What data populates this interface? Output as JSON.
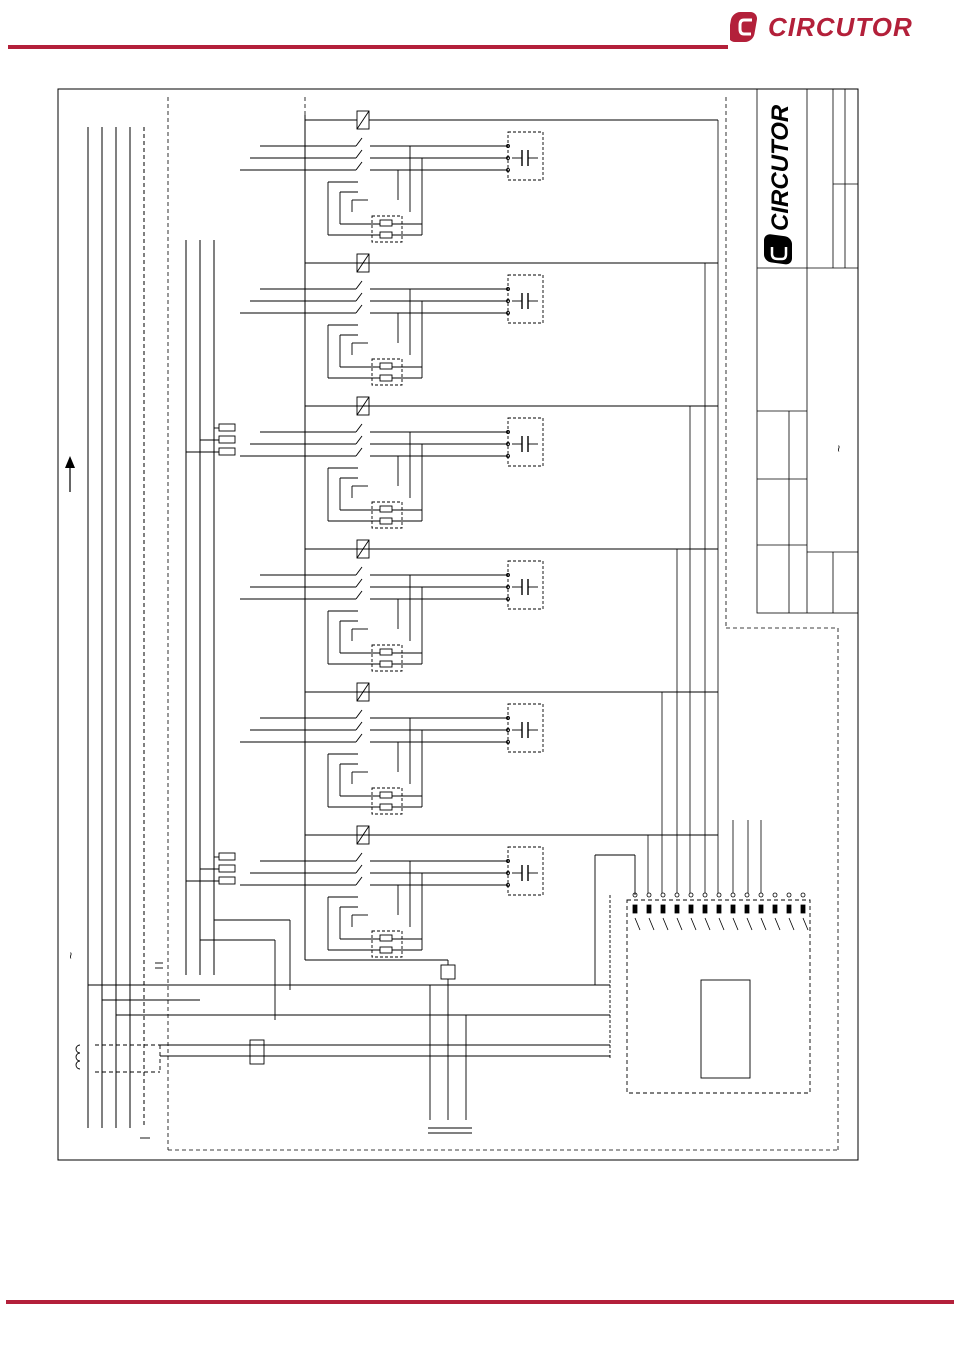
{
  "header": {
    "brand_name": "CIRCUTOR",
    "brand_color": "#b3203a"
  },
  "title_block": {
    "brand_name": "CIRCUTOR"
  },
  "diagram": {
    "stages": 6,
    "symbols": [
      "tilde-symbol",
      "up-arrow",
      "capacitor",
      "contactor-coil",
      "fuse",
      "current-transformer",
      "controller-relay"
    ]
  },
  "colors": {
    "accent": "#b3203a",
    "line": "#000000"
  }
}
